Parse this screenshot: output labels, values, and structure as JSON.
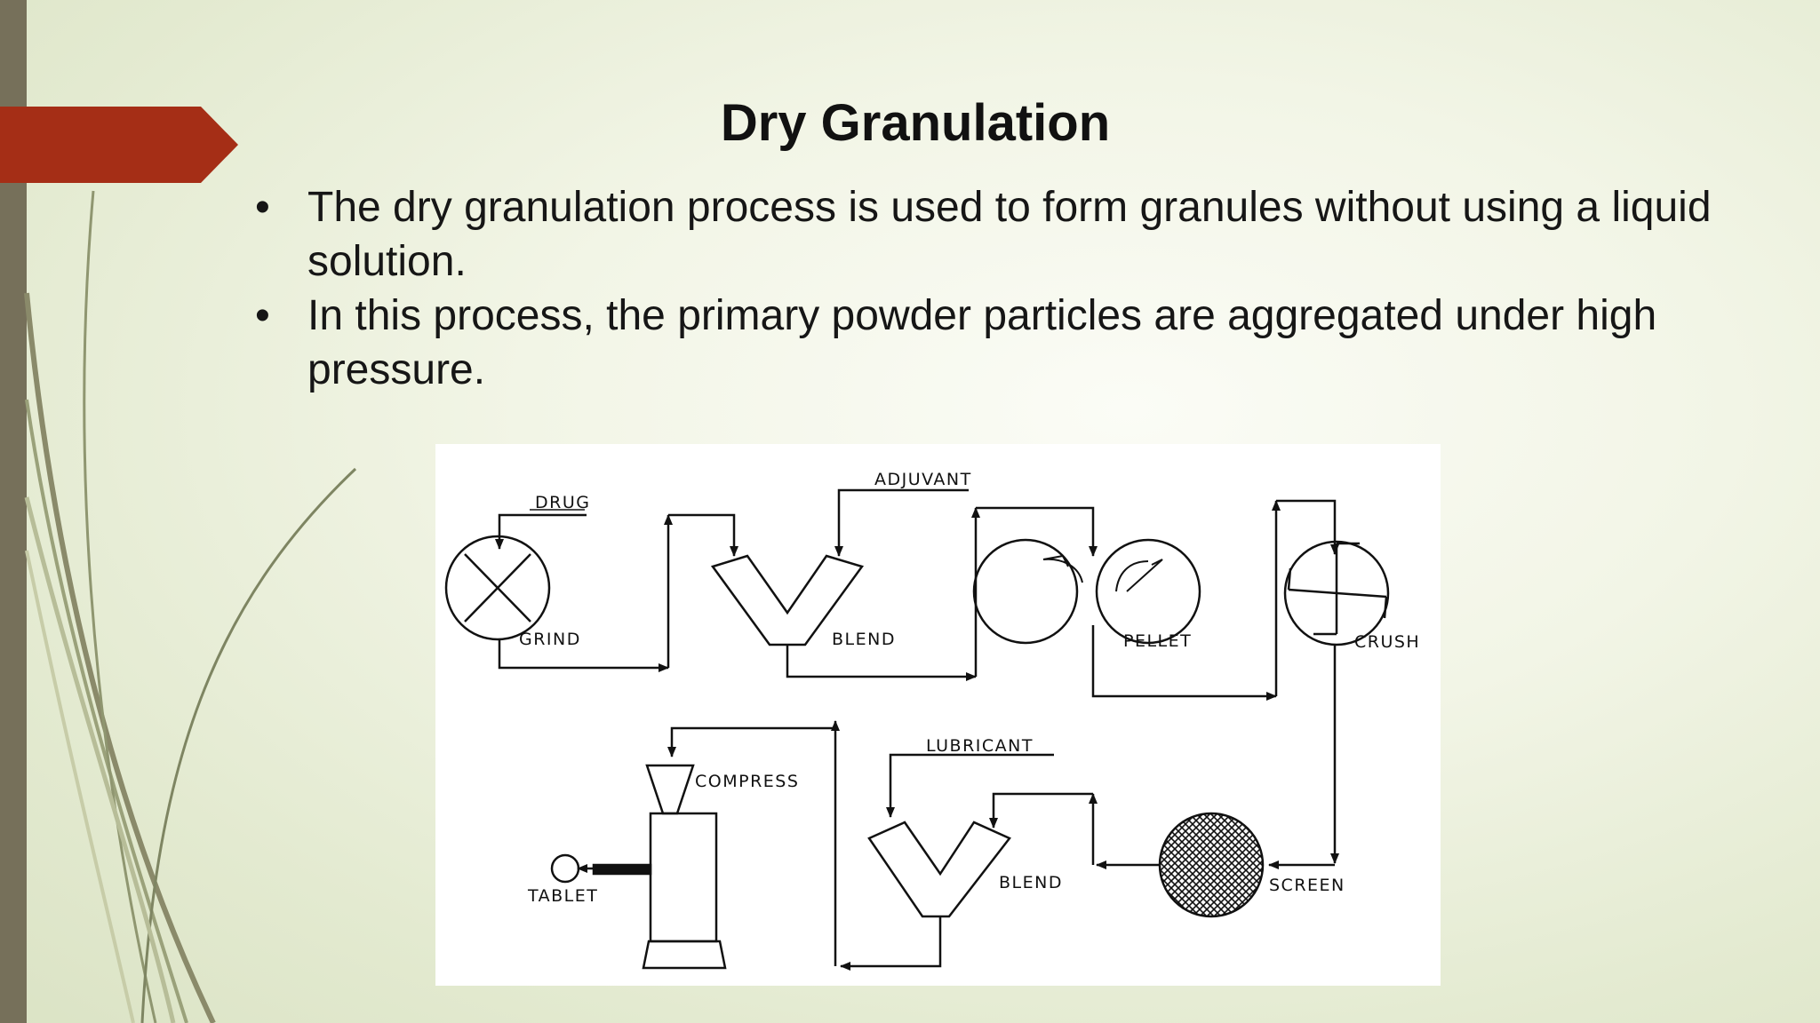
{
  "slide": {
    "title": "Dry Granulation",
    "bullet_symbol": "•",
    "bullets": [
      "The dry granulation process is used to form granules without using a liquid solution.",
      "In this process, the primary powder particles are aggregated under high pressure."
    ]
  },
  "diagram": {
    "labels": {
      "drug": "DRUG",
      "adjuvant": "ADJUVANT",
      "grind": "GRIND",
      "blend_top": "BLEND",
      "pellet": "PELLET",
      "crush": "CRUSH",
      "lubricant": "LUBRICANT",
      "compress": "COMPRESS",
      "tablet": "TABLET",
      "blend_bottom": "BLEND",
      "screen": "SCREEN"
    }
  },
  "theme": {
    "accent": "#a52e16",
    "side_bar": "#76705a",
    "swoosh": "#9aa17a"
  }
}
